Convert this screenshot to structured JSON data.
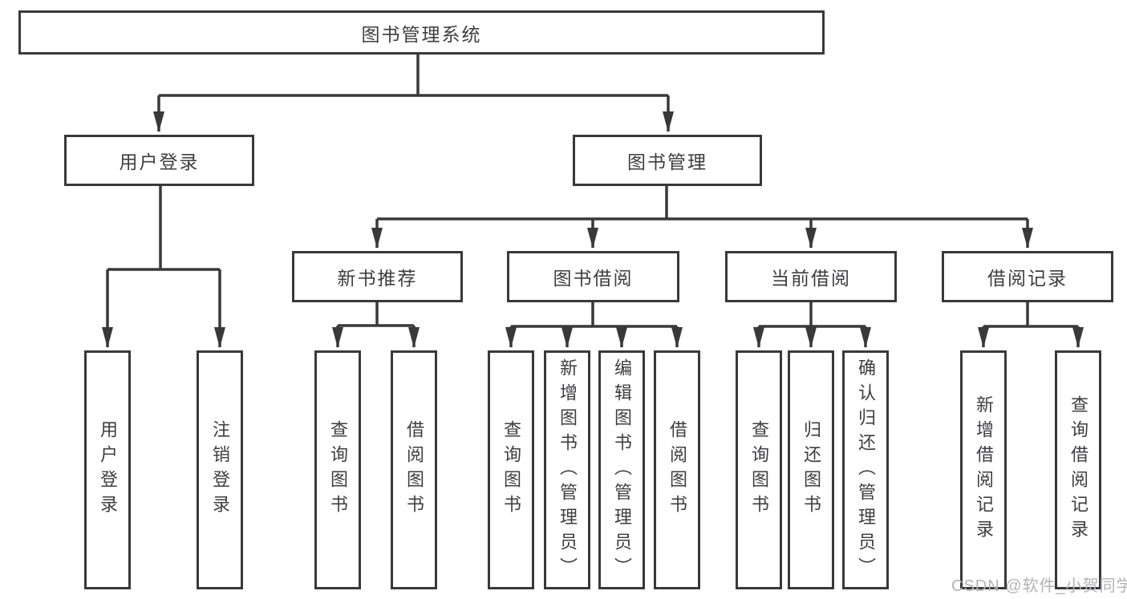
{
  "diagram": {
    "root": {
      "label": "图书管理系统"
    },
    "branches": [
      {
        "label": "用户登录",
        "children": [
          {
            "label": "用户登录"
          },
          {
            "label": "注销登录"
          }
        ]
      },
      {
        "label": "图书管理",
        "children": [
          {
            "label": "新书推荐",
            "children": [
              {
                "label": "查询图书"
              },
              {
                "label": "借阅图书"
              }
            ]
          },
          {
            "label": "图书借阅",
            "children": [
              {
                "label": "查询图书"
              },
              {
                "label": "新增图书（管理员）"
              },
              {
                "label": "编辑图书（管理员）"
              },
              {
                "label": "借阅图书"
              }
            ]
          },
          {
            "label": "当前借阅",
            "children": [
              {
                "label": "查询图书"
              },
              {
                "label": "归还图书"
              },
              {
                "label": "确认归还（管理员）"
              }
            ]
          },
          {
            "label": "借阅记录",
            "children": [
              {
                "label": "新增借阅记录"
              },
              {
                "label": "查询借阅记录"
              }
            ]
          }
        ]
      }
    ],
    "watermark": "CSDN @软件_小贺同学",
    "colors": {
      "line": "#39393b",
      "text": "#3e3e41",
      "watermark": "#b3b3b8",
      "background": "#ffffff"
    }
  }
}
